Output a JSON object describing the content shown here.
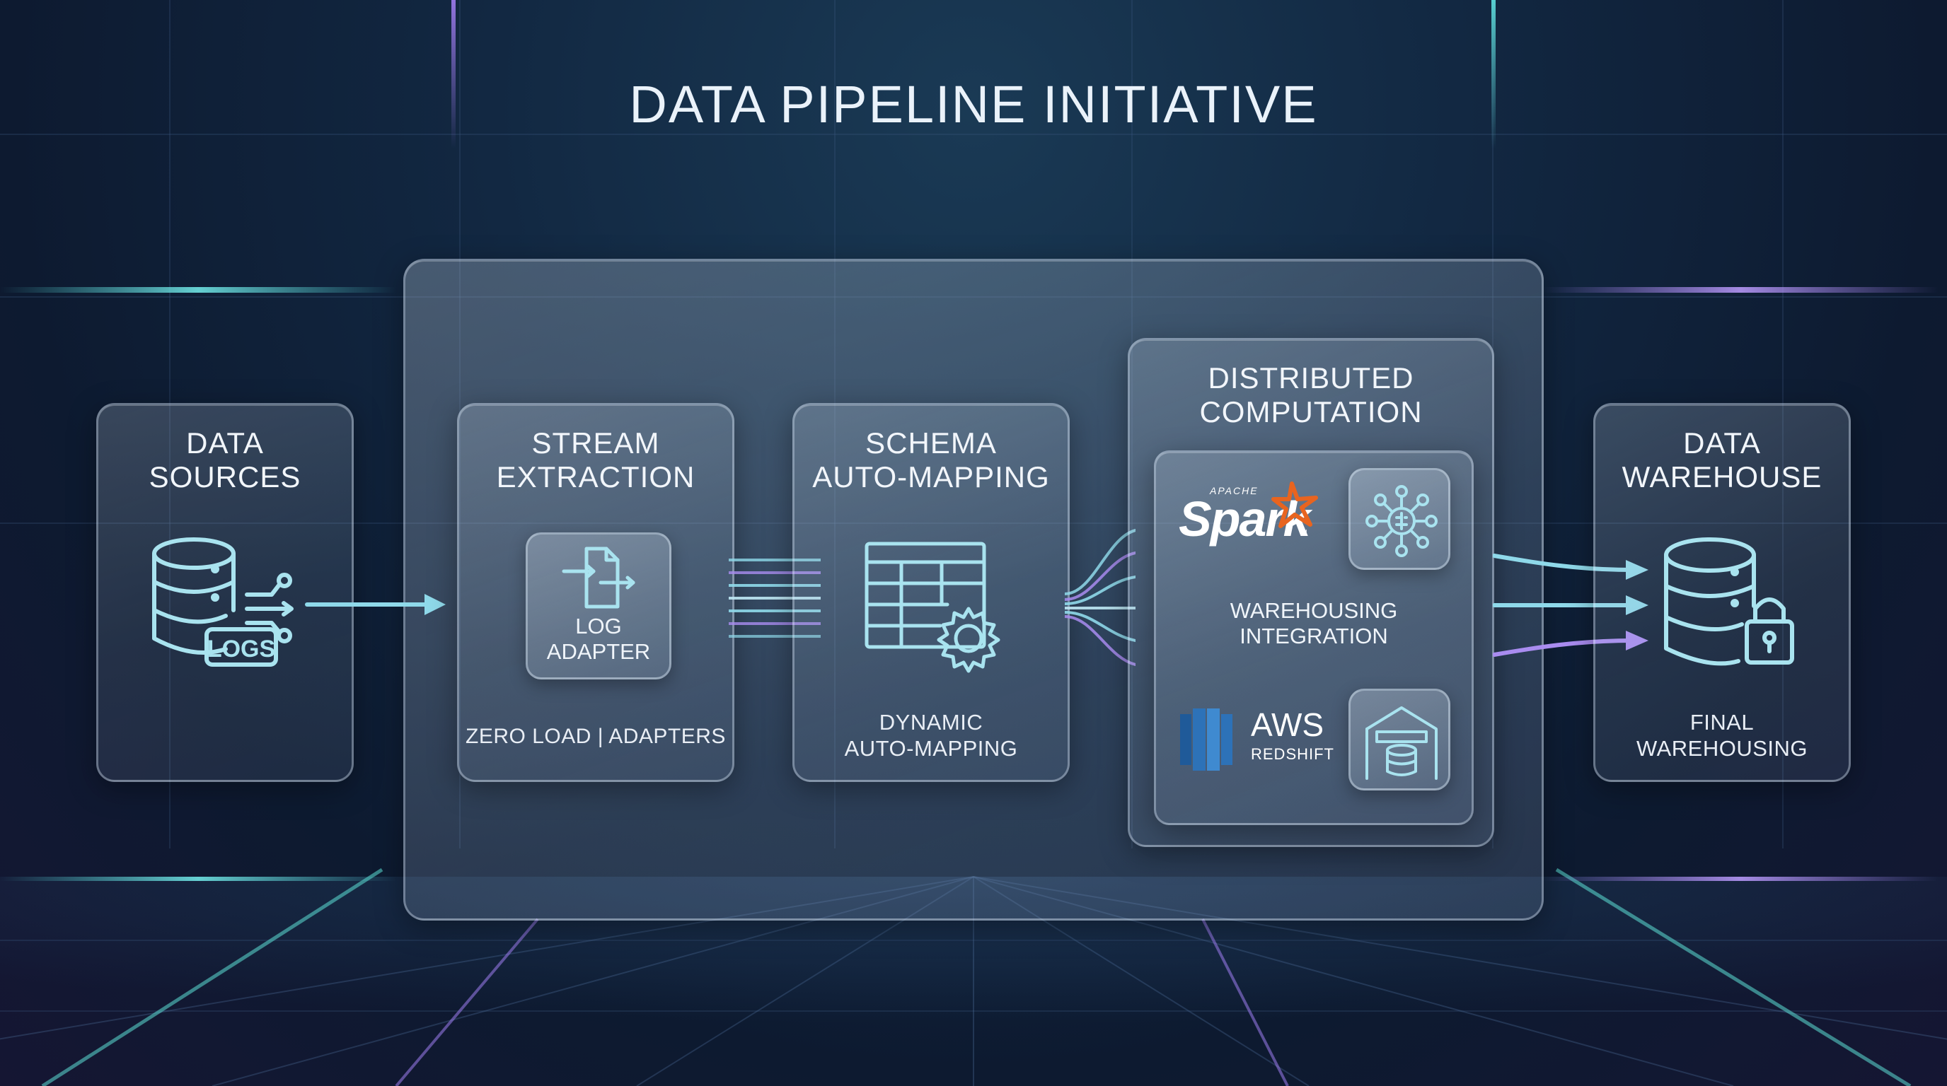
{
  "title": "DATA PIPELINE INITIATIVE",
  "stages": {
    "sources": {
      "heading": [
        "DATA",
        "SOURCES"
      ],
      "badge": "LOGS",
      "icon": "database-network-icon"
    },
    "extraction": {
      "heading": [
        "STREAM",
        "EXTRACTION"
      ],
      "tile_label": [
        "LOG",
        "ADAPTER"
      ],
      "footer": "ZERO LOAD | ADAPTERS",
      "icon": "file-transfer-icon"
    },
    "mapping": {
      "heading": [
        "SCHEMA",
        "AUTO-MAPPING"
      ],
      "footer": [
        "DYNAMIC",
        "AUTO-MAPPING"
      ],
      "icon": "table-gear-icon"
    },
    "computation": {
      "heading": [
        "DISTRIBUTED",
        "COMPUTATION"
      ],
      "spark_small": "APACHE",
      "spark_word": "Spark",
      "spark_tm": "™",
      "middle_label": [
        "WAREHOUSING",
        "INTEGRATION"
      ],
      "aws_word": "AWS",
      "aws_sub": "REDSHIFT",
      "icons": [
        "spark-logo-icon",
        "cluster-network-icon",
        "redshift-logo-icon",
        "warehouse-storage-icon"
      ]
    },
    "warehouse": {
      "heading": [
        "DATA",
        "WAREHOUSE"
      ],
      "footer": [
        "FINAL",
        "WAREHOUSING"
      ],
      "icon": "secure-database-icon"
    }
  },
  "colors": {
    "accent_cyan": "#7fd7e8",
    "accent_purple": "#a98cf0",
    "spark_orange": "#e8641f",
    "redshift_blue": "#2d72b8",
    "icon_stroke": "#a9e3ef"
  }
}
